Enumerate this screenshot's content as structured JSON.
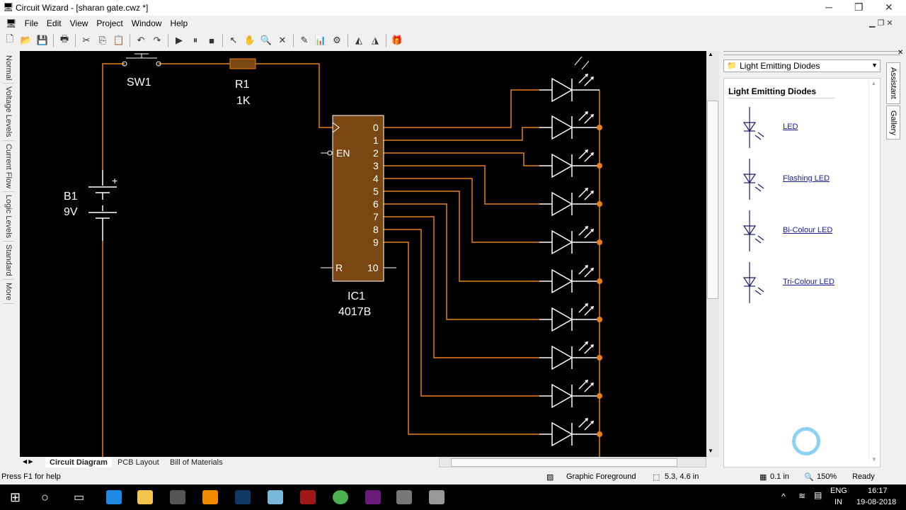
{
  "window": {
    "title": "Circuit Wizard - [sharan gate.cwz *]",
    "minimize": "─",
    "restore": "❐",
    "close": "✕"
  },
  "menu": [
    "File",
    "Edit",
    "View",
    "Project",
    "Window",
    "Help"
  ],
  "toolbar": [
    {
      "icon": "new-icon",
      "glyph": "🗋"
    },
    {
      "icon": "open-icon",
      "glyph": "📂"
    },
    {
      "icon": "save-icon",
      "glyph": "💾"
    },
    {
      "sep": true
    },
    {
      "icon": "print-icon",
      "glyph": "🖶"
    },
    {
      "sep": true
    },
    {
      "icon": "cut-icon",
      "glyph": "✂"
    },
    {
      "icon": "copy-icon",
      "glyph": "⎘"
    },
    {
      "icon": "paste-icon",
      "glyph": "📋"
    },
    {
      "sep": true
    },
    {
      "icon": "undo-icon",
      "glyph": "↶"
    },
    {
      "icon": "redo-icon",
      "glyph": "↷"
    },
    {
      "sep": true
    },
    {
      "icon": "play-icon",
      "glyph": "▶"
    },
    {
      "icon": "pause-icon",
      "glyph": "⏸"
    },
    {
      "icon": "stop-icon",
      "glyph": "■"
    },
    {
      "sep": true
    },
    {
      "icon": "select-icon",
      "glyph": "↖"
    },
    {
      "icon": "pan-hand-icon",
      "glyph": "✋"
    },
    {
      "icon": "zoom-icon",
      "glyph": "🔍"
    },
    {
      "icon": "delete-icon",
      "glyph": "✕"
    },
    {
      "sep": true
    },
    {
      "icon": "probe-icon",
      "glyph": "✎"
    },
    {
      "icon": "graph-icon",
      "glyph": "📊"
    },
    {
      "icon": "circuit-icon",
      "glyph": "⚙"
    },
    {
      "sep": true
    },
    {
      "icon": "rotate-left-icon",
      "glyph": "◭"
    },
    {
      "icon": "rotate-right-icon",
      "glyph": "◮"
    },
    {
      "sep": true
    },
    {
      "icon": "gallery-icon",
      "glyph": "🎁"
    }
  ],
  "left_tabs": [
    "Normal",
    "Voltage Levels",
    "Current Flow",
    "Logic Levels",
    "Standard",
    "More"
  ],
  "circuit": {
    "sw": "SW1",
    "r": "R1",
    "r_val": "1K",
    "b": "B1",
    "b_val": "9V",
    "plus": "+",
    "ic": "IC1",
    "ic_type": "4017B",
    "en": "EN",
    "r_pin": "R",
    "pin10": "10",
    "outputs": [
      "0",
      "1",
      "2",
      "3",
      "4",
      "5",
      "6",
      "7",
      "8",
      "9"
    ],
    "wire_color": "#e8801e",
    "ic_color": "#7a4712"
  },
  "sheet_tabs": [
    "Circuit Diagram",
    "PCB Layout",
    "Bill of Materials"
  ],
  "gallery": {
    "category": "Light Emitting Diodes",
    "heading": "Light Emitting Diodes",
    "items": [
      "LED",
      "Flashing LED",
      "Bi-Colour LED",
      "Tri-Colour LED"
    ]
  },
  "right_tabs": [
    "Assistant",
    "Gallery"
  ],
  "status": {
    "help": "Press F1 for help",
    "layer": "Graphic Foreground",
    "coords": "5.3, 4.6 in",
    "grid": "0.1 in",
    "zoom": "150%",
    "state": "Ready"
  },
  "taskbar": {
    "lang1": "ENG",
    "lang2": "IN",
    "time": "16:17",
    "date": "19-08-2018"
  }
}
